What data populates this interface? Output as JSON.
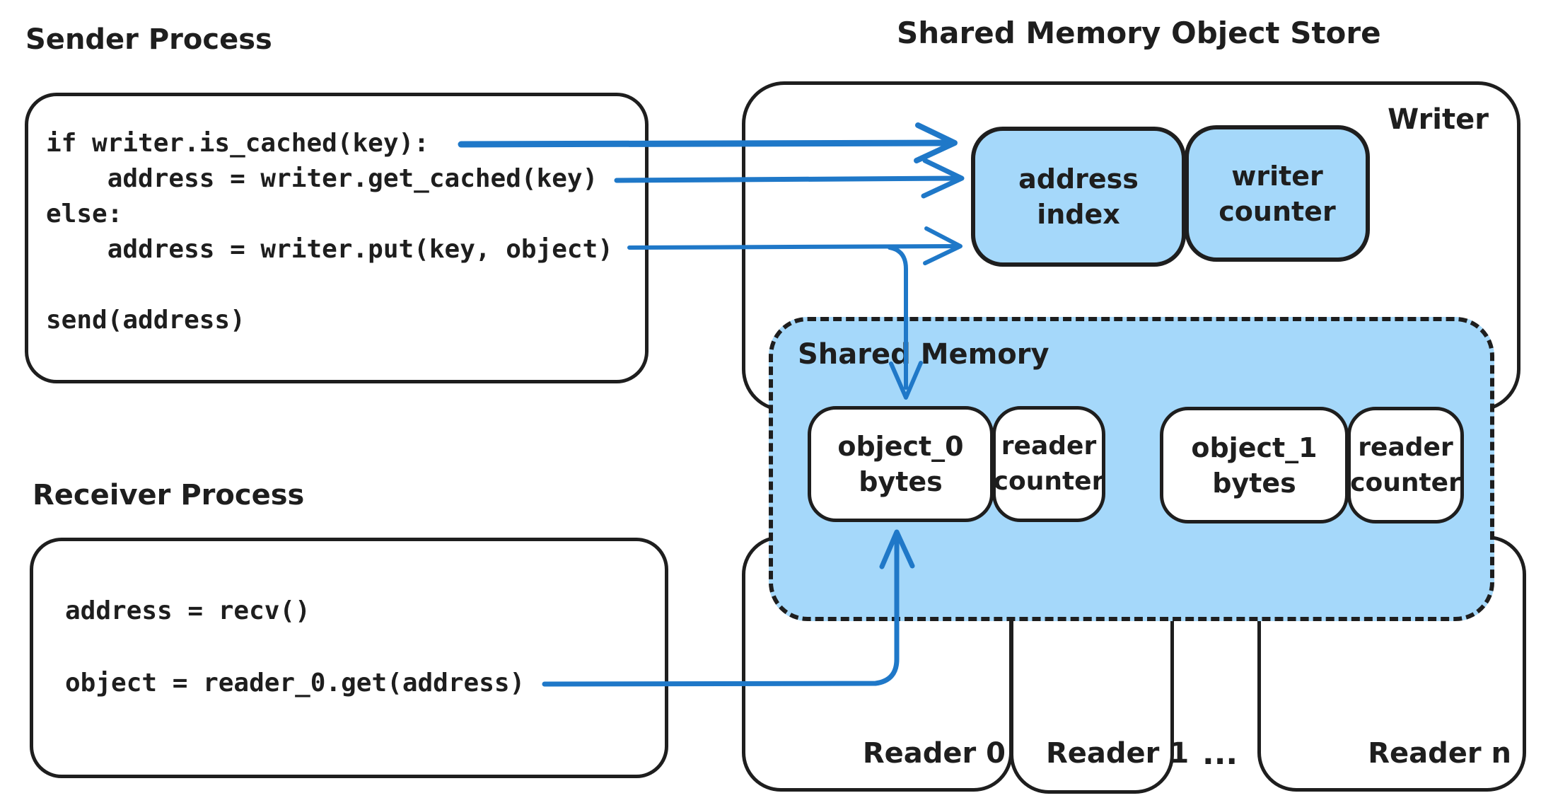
{
  "colors": {
    "stroke": "#1e1e1e",
    "fill_blue": "#a5d8fa",
    "arrow_blue": "#1f78c8",
    "bg": "#ffffff"
  },
  "labels": {
    "sender_title": "Sender Process",
    "receiver_title": "Receiver Process",
    "store_title": "Shared Memory Object Store",
    "writer": "Writer",
    "shared_memory": "Shared Memory"
  },
  "sender_code": {
    "l1": "if writer.is_cached(key):",
    "l2": "    address = writer.get_cached(key)",
    "l3": "else:",
    "l4": "    address = writer.put(key, object)",
    "l5": "",
    "l6": "send(address)"
  },
  "receiver_code": {
    "l1": "address = recv()",
    "l2": "",
    "l3": "object = reader_0.get(address)"
  },
  "store": {
    "address_index": {
      "l1": "address",
      "l2": "index"
    },
    "writer_counter": {
      "l1": "writer",
      "l2": "counter"
    },
    "object0": {
      "l1": "object_0",
      "l2": "bytes"
    },
    "reader_counter0": {
      "l1": "reader",
      "l2": "counter"
    },
    "object1": {
      "l1": "object_1",
      "l2": "bytes"
    },
    "reader_counter1": {
      "l1": "reader",
      "l2": "counter"
    },
    "readers": {
      "r0": "Reader 0",
      "r1": "Reader 1",
      "dots": "...",
      "rn": "Reader n"
    }
  }
}
